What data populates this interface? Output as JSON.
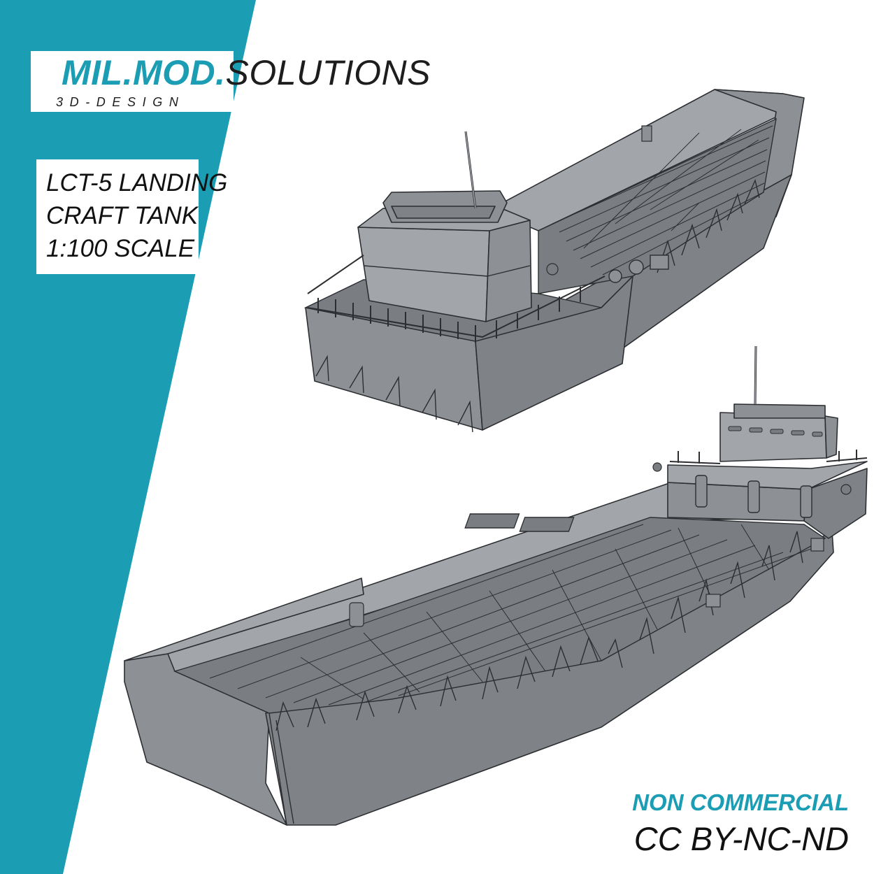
{
  "brand": {
    "name_accent": "MIL.MOD.",
    "name_rest": "SOLUTIONS",
    "tagline": "3D-DESIGN",
    "color": "#1b9db4"
  },
  "product": {
    "title_lines": [
      "LCT-5 LANDING",
      "CRAFT TANK",
      "1:100 SCALE"
    ]
  },
  "license": {
    "type": "NON COMMERCIAL",
    "code": "CC BY-NC-ND"
  },
  "colors": {
    "banner": "#1b9db4",
    "hull": "#8d9196",
    "outline": "#2c2e31"
  },
  "illustrations": [
    "ship-stern-view",
    "ship-bow-view"
  ]
}
